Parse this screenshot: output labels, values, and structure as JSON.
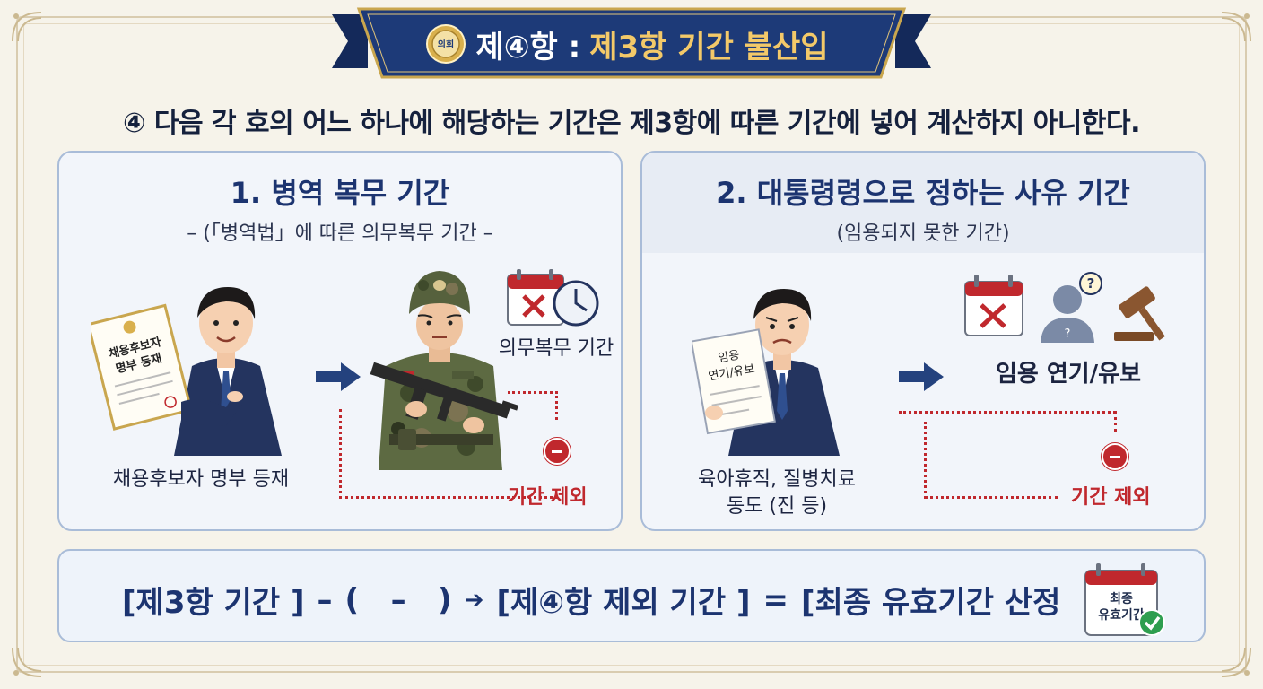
{
  "banner": {
    "title_part1": "제④항 :",
    "title_part2": "제3항 기간 불산입",
    "seal_text": "의회"
  },
  "intro": "④ 다음 각 호의 어느 하나에 해당하는 기간은 제3항에 따른 기간에 넣어 계산하지 아니한다.",
  "card1": {
    "title": "1. 병역 복무 기간",
    "subtitle": "– (「병역법」에 따른 의무복무 기간 –",
    "document_text": [
      "채용후보자",
      "명부 등재"
    ],
    "person_label": "채용후보자 명부 등재",
    "duty_label": "의무복무 기간",
    "exclude_label": "기간 제외"
  },
  "card2": {
    "title": "2. 대통령령으로 정하는 사유 기간",
    "subtitle": "(임용되지 못한 기간)",
    "document_text": [
      "임용",
      "연기/유보"
    ],
    "person_label_line1": "육아휴직, 질병치료",
    "person_label_line2": "동도 (진 등)",
    "delay_label": "임용 연기/유보",
    "exclude_label": "기간 제외"
  },
  "formula": {
    "part1": "[제3항 기간 ]",
    "op1": "–",
    "paren": "(   –   )",
    "arrow": "➔",
    "part2": "[제④항 제외 기간 ]",
    "op2": "=",
    "part3": "[최종 유효기간 산정",
    "calendar_text": [
      "최종",
      "유효기간"
    ]
  },
  "colors": {
    "navy": "#1c3470",
    "gold": "#f3c969",
    "red": "#c0282d",
    "card_border": "#a9bcd8",
    "background": "#f6f3ea"
  }
}
